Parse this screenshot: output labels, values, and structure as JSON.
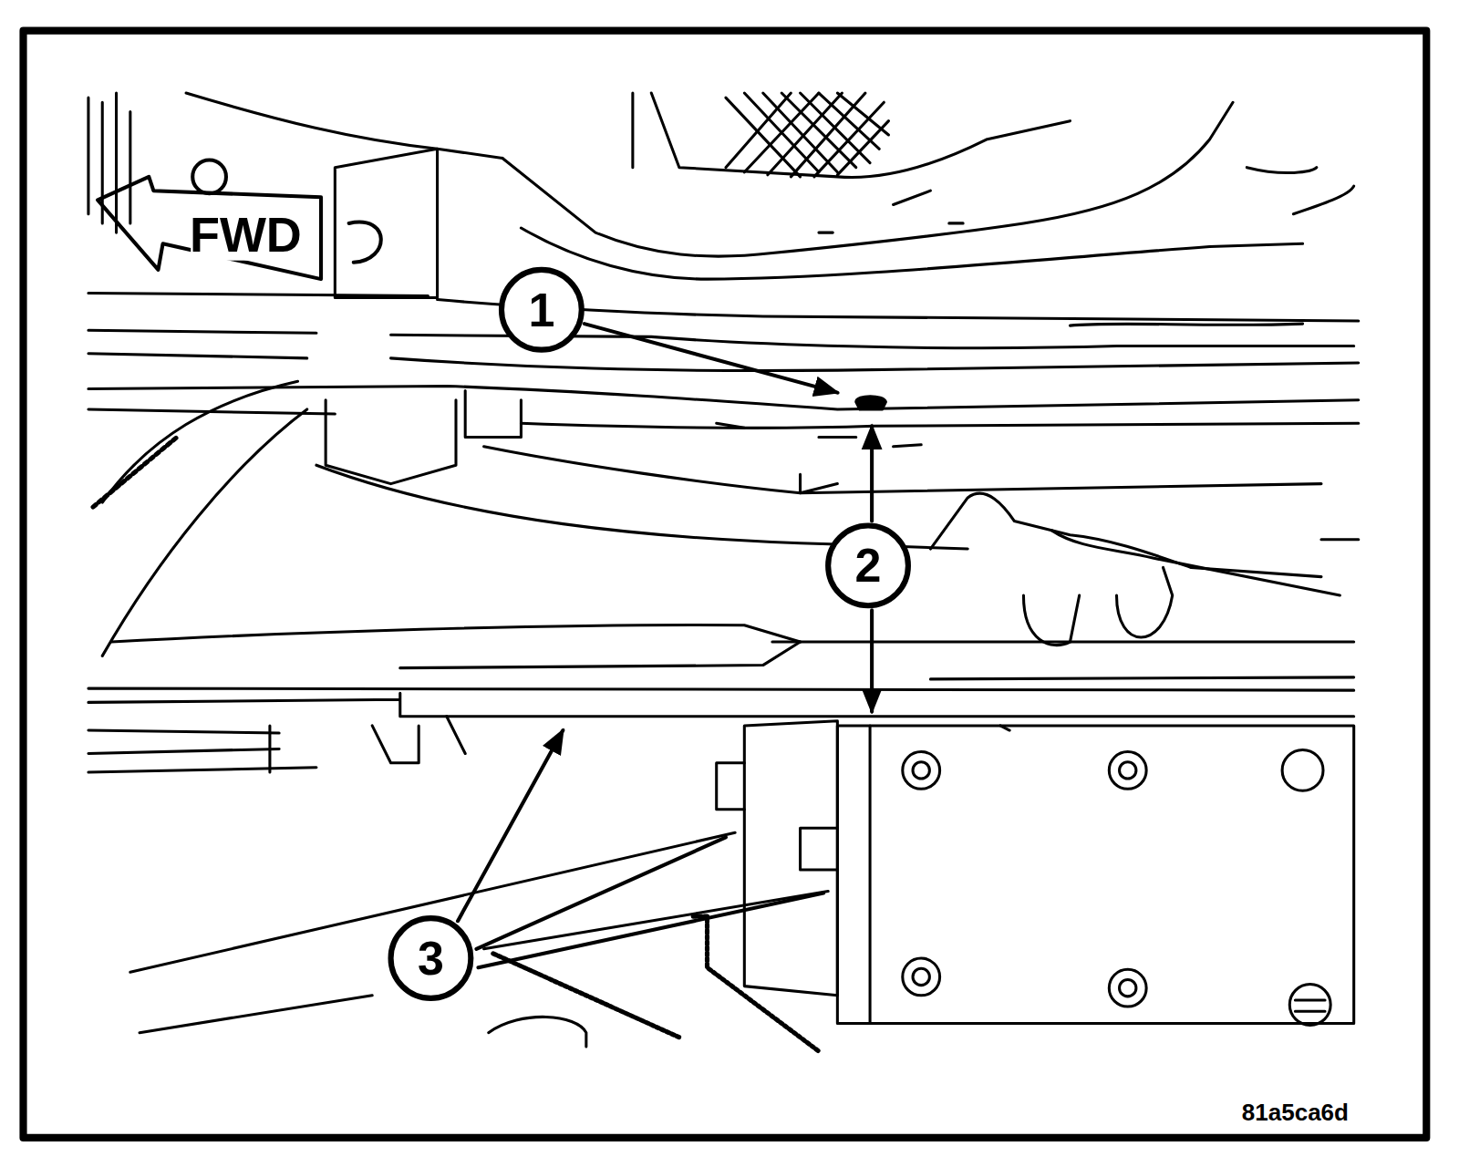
{
  "diagram": {
    "labels": [
      "FWD",
      "1",
      "2",
      "3",
      "81a5ca6d"
    ]
  }
}
